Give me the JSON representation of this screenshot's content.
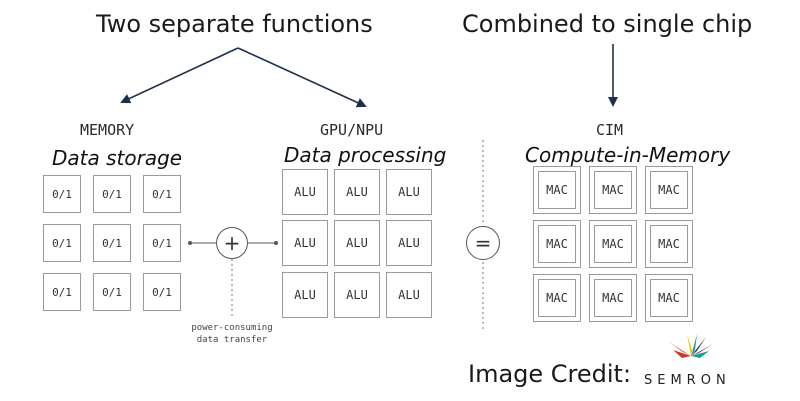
{
  "headings": {
    "left": "Two separate functions",
    "right": "Combined to single chip"
  },
  "memory": {
    "title": "MEMORY",
    "subtitle": "Data storage",
    "cell_label": "0/1",
    "cells": [
      "0/1",
      "0/1",
      "0/1",
      "0/1",
      "0/1",
      "0/1",
      "0/1",
      "0/1",
      "0/1"
    ]
  },
  "gpu": {
    "title": "GPU/NPU",
    "subtitle": "Data processing",
    "cells": [
      "ALU",
      "ALU",
      "ALU",
      "ALU",
      "ALU",
      "ALU",
      "ALU",
      "ALU",
      "ALU"
    ]
  },
  "cim": {
    "title": "CIM",
    "subtitle": "Compute-in-Memory",
    "cells": [
      "MAC",
      "MAC",
      "MAC",
      "MAC",
      "MAC",
      "MAC",
      "MAC",
      "MAC",
      "MAC"
    ]
  },
  "connector": {
    "plus_symbol": "+",
    "note_line1": "power-consuming",
    "note_line2": "data transfer"
  },
  "equals_symbol": "=",
  "credit": {
    "label": "Image Credit:",
    "logo_text": "SEMRON"
  },
  "colors": {
    "text": "#1a1a1a",
    "cell_border": "#9a9a9a",
    "arrow": "#1f2f4a",
    "logo_colors": [
      "#e63946",
      "#f4a261",
      "#2a9d8f",
      "#264653",
      "#8e44ad",
      "#f1c40f"
    ]
  }
}
